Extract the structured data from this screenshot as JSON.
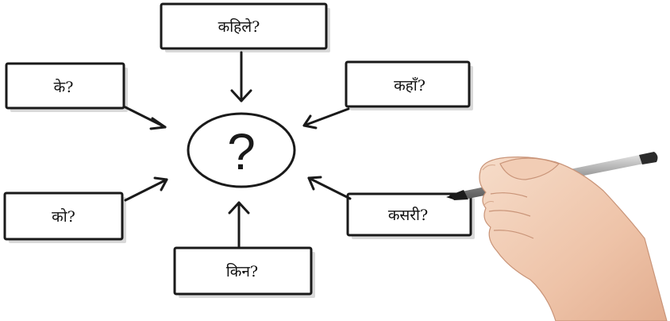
{
  "diagram": {
    "center": {
      "symbol": "?"
    },
    "questions": {
      "when": "कहिले?",
      "what": "के?",
      "where": "कहाँ?",
      "who": "को?",
      "how": "कसरी?",
      "whom": "किन?"
    },
    "illustration": "hand-holding-pen"
  }
}
